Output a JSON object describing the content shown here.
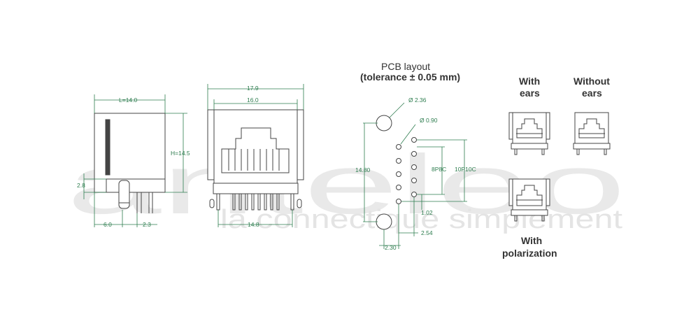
{
  "watermark": {
    "brand": "anteleo",
    "tagline": "la connectique simplement"
  },
  "side_view": {
    "length": "L=14.0",
    "height": "H=14.5",
    "pin_offset": "2.8",
    "pitch_a": "6.0",
    "pitch_b": "2.3"
  },
  "front_view": {
    "overall_width": "17.9",
    "body_width": "16.0",
    "pin_span": "14.8"
  },
  "pcb_layout": {
    "title_line1": "PCB layout",
    "title_line2": "(tolerance ± 0.05 mm)",
    "large_hole_dia": "Ø 2.36",
    "small_hole_dia": "Ø 0.90",
    "hole_spacing": "14.80",
    "span_8p8c": "8P8C",
    "span_10p10c": "10P10C",
    "pitch": "1.02",
    "row_offset": "2.54",
    "peg_offset": "2.30"
  },
  "variants": {
    "with_ears_line1": "With",
    "with_ears_line2": "ears",
    "without_ears_line1": "Without",
    "without_ears_line2": "ears",
    "with_polarization_line1": "With",
    "with_polarization_line2": "polarization"
  }
}
